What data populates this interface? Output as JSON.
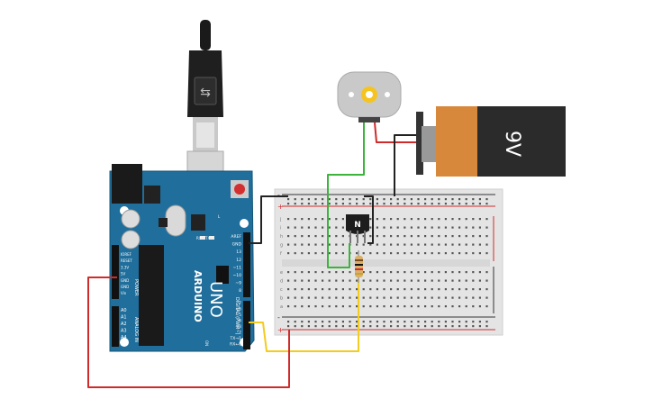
{
  "battery": {
    "label": "9V",
    "body_color": "#2b2b2b",
    "cap_color": "#d8883a"
  },
  "transistor": {
    "label": "N"
  },
  "arduino": {
    "board_color": "#1f6e9c",
    "brand": "ARDUINO",
    "model": "UNO",
    "left_header_labels": [
      "IOREF",
      "RESET",
      "3.3V",
      "5V",
      "GND",
      "GND",
      "Vin"
    ],
    "analog_labels": [
      "A0",
      "A1",
      "A2",
      "A3",
      "A4",
      "A5"
    ],
    "power_label": "POWER",
    "analog_in_label": "ANALOG IN",
    "right_header_labels": [
      "AREF",
      "GND",
      "13",
      "12",
      "~11",
      "~10",
      "~9",
      "8"
    ],
    "right_header_labels_2": [
      "7",
      "~6",
      "~5",
      "4",
      "~3",
      "2",
      "TX→1",
      "RX←0"
    ],
    "digital_label": "DIGITAL (PWM~)",
    "tx_label": "TX",
    "rx_label": "RX",
    "l_label": "L",
    "on_label": "ON"
  },
  "breadboard": {
    "row_letters_top": [
      "j",
      "i",
      "h",
      "g",
      "f"
    ],
    "row_letters_bottom": [
      "e",
      "d",
      "c",
      "b",
      "a"
    ],
    "plus": "+",
    "minus": "-"
  },
  "wire_colors": {
    "red": "#d02b2b",
    "green": "#3cb43c",
    "yellow": "#f2cc1f",
    "black": "#222222"
  }
}
